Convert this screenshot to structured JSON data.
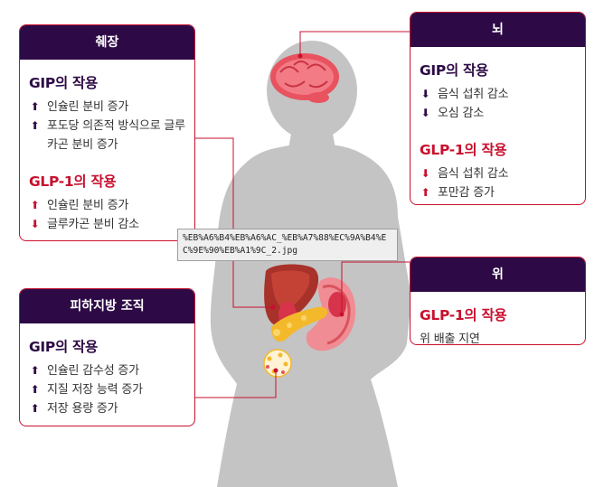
{
  "pancreas": {
    "header": "췌장",
    "gip_title": "GIP의 작용",
    "gip_items": [
      "인슐린 분비 증가",
      "포도당 의존적 방식으로 글루카곤 분비 증가"
    ],
    "glp_title": "GLP-1의 작용",
    "glp_items": [
      "인슐린 분비 증가",
      "글루카곤 분비 감소"
    ]
  },
  "brain": {
    "header": "뇌",
    "gip_title": "GIP의 작용",
    "gip_items": [
      "음식 섭취 감소",
      "오심 감소"
    ],
    "glp_title": "GLP-1의 작용",
    "glp_items": [
      "음식 섭취 감소",
      "포만감 증가"
    ]
  },
  "stomach": {
    "header": "위",
    "glp_title": "GLP-1의 작용",
    "glp_items": [
      "위 배출 지연"
    ]
  },
  "fat": {
    "header": "피하지방 조직",
    "gip_title": "GIP의 작용",
    "gip_items": [
      "인슐린 감수성 증가",
      "지질 저장 능력 증가",
      "저장 용량 증가"
    ]
  },
  "tooltip": {
    "text": "%EB%A6%B4%EB%A6%AC_%EB%A7%88%EC%9A%B4%EC%9E%90%EB%A1%9C_2.jpg"
  },
  "colors": {
    "header_bg": "#2d0a45",
    "accent_red": "#c8102e",
    "silhouette": "#c4c4c4"
  }
}
